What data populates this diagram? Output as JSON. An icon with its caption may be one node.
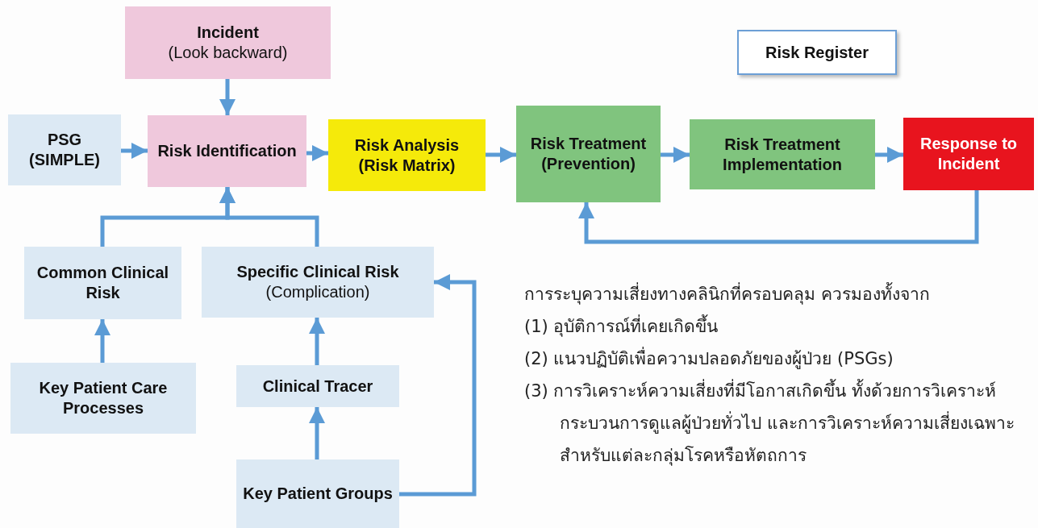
{
  "diagram": {
    "nodes": [
      {
        "text": [
          "Incident",
          "(Look backward)"
        ]
      },
      {
        "text": [
          "PSG (SIMPLE)"
        ]
      },
      {
        "text": [
          "Risk Identification"
        ]
      },
      {
        "text": [
          "Risk Analysis (Risk Matrix)"
        ]
      },
      {
        "text": [
          "Risk Treatment (Prevention)"
        ]
      },
      {
        "text": [
          "Risk Treatment Implementation"
        ]
      },
      {
        "text": [
          "Response to Incident"
        ]
      },
      {
        "text": [
          "Risk Register"
        ]
      },
      {
        "text": [
          "Common Clinical Risk"
        ]
      },
      {
        "text": [
          "Specific Clinical Risk",
          "(Complication)"
        ]
      },
      {
        "text": [
          "Key Patient Care Processes"
        ]
      },
      {
        "text": [
          "Clinical Tracer"
        ]
      },
      {
        "text": [
          "Key Patient Groups"
        ]
      }
    ],
    "edges": [
      {
        "from": 0,
        "to": 2,
        "arrow": "to"
      },
      {
        "from": 1,
        "to": 2,
        "arrow": "to"
      },
      {
        "from": 2,
        "to": 3,
        "arrow": "to"
      },
      {
        "from": 3,
        "to": 4,
        "arrow": "to"
      },
      {
        "from": 4,
        "to": 5,
        "arrow": "to"
      },
      {
        "from": 5,
        "to": 6,
        "arrow": "to"
      },
      {
        "from": 6,
        "to": 4,
        "arrow": "to"
      },
      {
        "from": 8,
        "to": 2,
        "arrow": "to"
      },
      {
        "from": 9,
        "to": 2,
        "arrow": "to"
      },
      {
        "from": 10,
        "to": 8,
        "arrow": "to"
      },
      {
        "from": 11,
        "to": 9,
        "arrow": "to"
      },
      {
        "from": 12,
        "to": 11,
        "arrow": "to"
      },
      {
        "from": 12,
        "to": 9,
        "arrow": "to"
      }
    ],
    "labels": [
      "การระบุความเสี่ยงทางคลินิกที่ครอบคลุม ควรมองทั้งจาก",
      "(1) อุบัติการณ์ที่เคยเกิดขึ้น",
      "(2) แนวปฏิบัติเพื่อความปลอดภัยของผู้ป่วย (PSGs)",
      "(3) การวิเคราะห์ความเสี่ยงที่มีโอกาสเกิดขึ้น ทั้งด้วยการวิเคราะห์กระบวนการดูแลผู้ป่วยทั่วไป และการวิเคราะห์ความเสี่ยงเฉพาะสำหรับแต่ละกลุ่มโรคหรือหัตถการ"
    ]
  }
}
